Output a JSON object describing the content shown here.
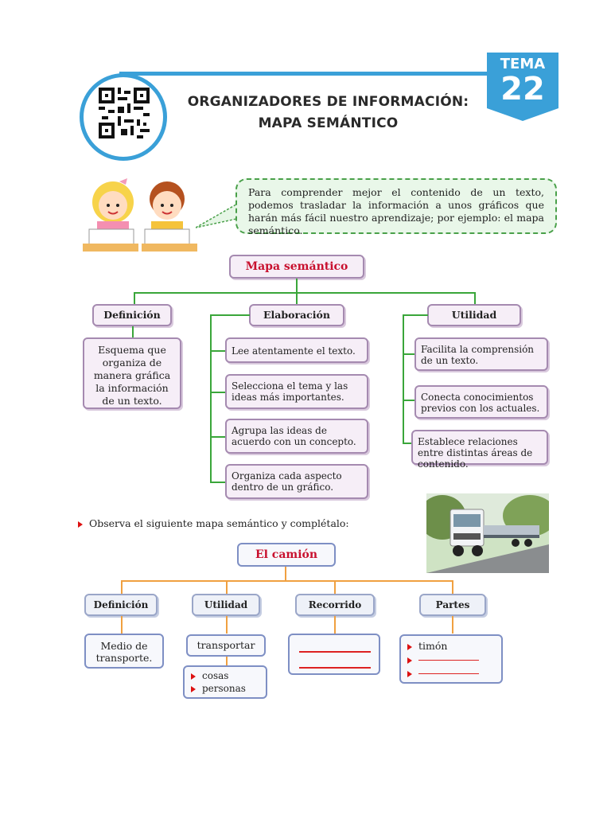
{
  "header": {
    "title_line1": "ORGANIZADORES DE INFORMACIÓN:",
    "title_line2": "MAPA SEMÁNTICO",
    "tema_label": "TEMA",
    "tema_number": "22",
    "colors": {
      "accent": "#3aa0d8"
    }
  },
  "intro": {
    "text": "Para comprender mejor el contenido de un texto, podemos trasladar la información a unos gráficos que harán más fácil nuestro aprendizaje; por ejemplo: el mapa semántico."
  },
  "map1": {
    "root": "Mapa semántico",
    "branches": [
      {
        "label": "Definición",
        "items": [
          "Esquema que organiza de manera gráfica la información de un texto."
        ]
      },
      {
        "label": "Elaboración",
        "items": [
          "Lee atentamente el texto.",
          "Selecciona el tema y las ideas más importantes.",
          "Agrupa las ideas de acuerdo con un concepto.",
          "Organiza cada aspecto dentro de un gráfico."
        ]
      },
      {
        "label": "Utilidad",
        "items": [
          "Facilita la comprensión de un texto.",
          "Conecta conocimientos previos con los actuales.",
          "Establece relaciones entre distintas áreas de contenido."
        ]
      }
    ]
  },
  "activity": {
    "instruction": "Observa el siguiente mapa semántico y complétalo:"
  },
  "map2": {
    "root": "El camión",
    "branches": [
      {
        "label": "Definición",
        "content": "Medio de transporte."
      },
      {
        "label": "Utilidad",
        "content": "transportar",
        "subitems": [
          "cosas",
          "personas"
        ]
      },
      {
        "label": "Recorrido"
      },
      {
        "label": "Partes",
        "subitems": [
          "timón",
          "",
          ""
        ]
      }
    ]
  }
}
